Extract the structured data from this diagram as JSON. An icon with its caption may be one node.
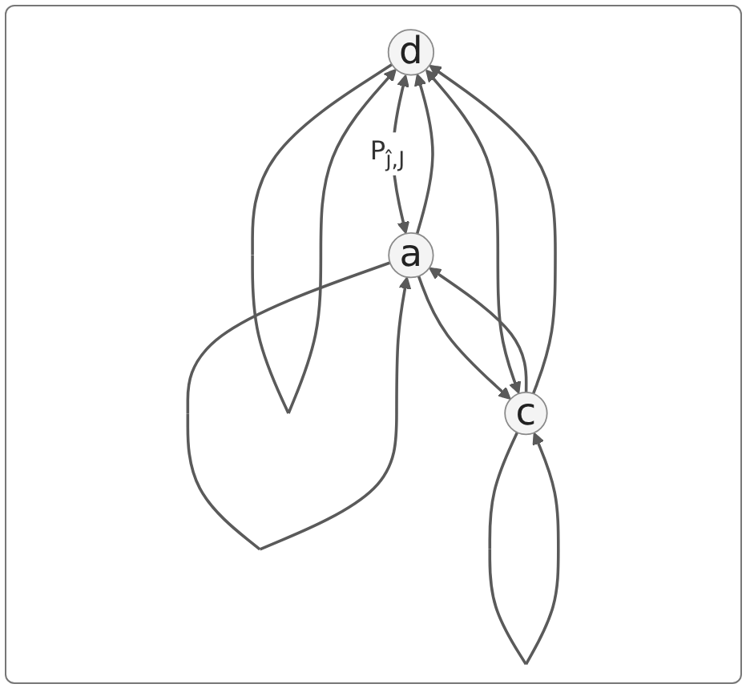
{
  "diagram": {
    "nodes": [
      {
        "text": [
          "d"
        ]
      },
      {
        "text": [
          "a"
        ]
      },
      {
        "text": [
          "c"
        ]
      }
    ],
    "edges": [
      {
        "from": 0,
        "to": 0,
        "arrow": "to"
      },
      {
        "from": 1,
        "to": 1,
        "arrow": "to"
      },
      {
        "from": 0,
        "to": 1,
        "arrow": "both",
        "label": "P$_{ĵ,J}$"
      },
      {
        "from": 1,
        "to": 0,
        "arrow": "to"
      },
      {
        "from": 2,
        "to": 1,
        "arrow": "to"
      },
      {
        "from": 1,
        "to": 2,
        "arrow": "to"
      },
      {
        "from": 0,
        "to": 2,
        "arrow": "both"
      },
      {
        "from": 2,
        "to": 0,
        "arrow": "to"
      },
      {
        "from": 2,
        "to": 2,
        "arrow": "to"
      }
    ]
  }
}
